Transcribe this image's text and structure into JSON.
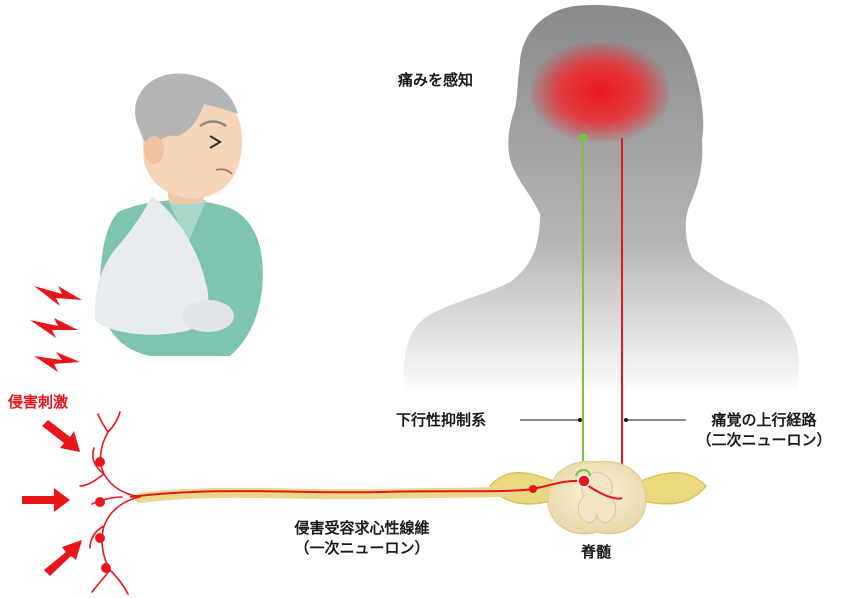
{
  "labels": {
    "pain_perception": "痛みを感知",
    "noxious_stimulus": "侵害刺激",
    "descending_inhibitory": "下行性抑制系",
    "ascending_pathway_line1": "痛覚の上行経路",
    "ascending_pathway_line2": "（二次ニューロン）",
    "afferent_fiber_line1": "侵害受容求心性線維",
    "afferent_fiber_line2": "（一次ニューロン）",
    "spinal_cord": "脊髄"
  },
  "colors": {
    "pain_red": "#e8161b",
    "descending_green": "#7cc04a",
    "nerve_fiber": "#e9d88c",
    "head_silhouette": "#9e9e9e",
    "text": "#1a1a1a"
  }
}
